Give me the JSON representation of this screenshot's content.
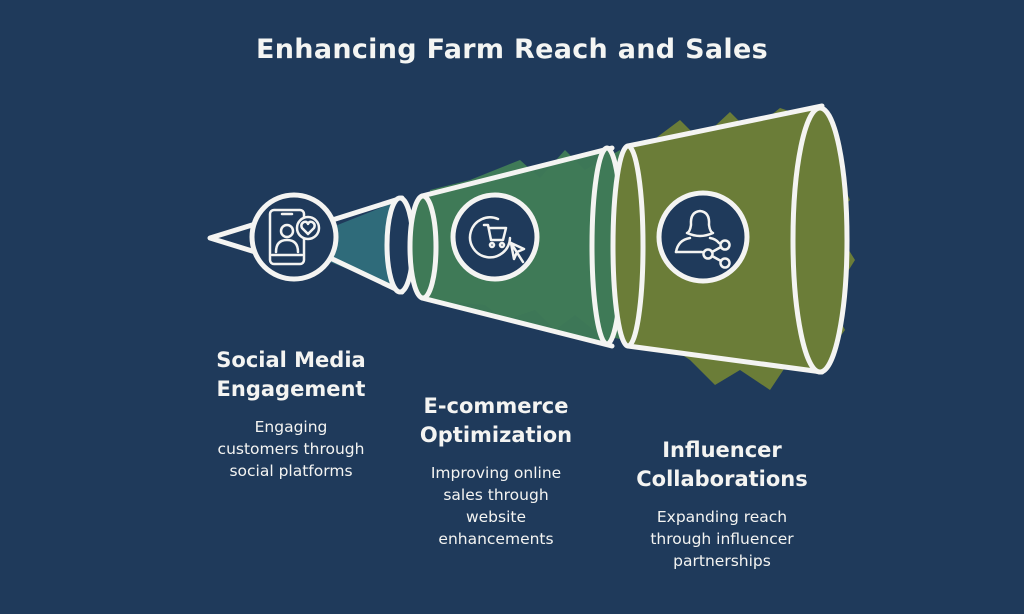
{
  "title": "Enhancing Farm Reach and Sales",
  "colors": {
    "background": "#1f3a5b",
    "outline": "#f4f4f2",
    "stage_1": "#2f6b7a",
    "stage_2": "#3f7a57",
    "stage_3": "#6b7d38",
    "icon_circle": "#1f3a5b"
  },
  "stages": [
    {
      "title": "Social Media Engagement",
      "title_lines": [
        "Social Media",
        "Engagement"
      ],
      "description_lines": [
        "Engaging",
        "customers through",
        "social platforms"
      ],
      "icon": "smartphone-user-heart-icon"
    },
    {
      "title": "E-commerce Optimization",
      "title_lines": [
        "E-commerce",
        "Optimization"
      ],
      "description_lines": [
        "Improving online",
        "sales through",
        "website",
        "enhancements"
      ],
      "icon": "shopping-cart-cursor-icon"
    },
    {
      "title": "Influencer Collaborations",
      "title_lines": [
        "Influencer",
        "Collaborations"
      ],
      "description_lines": [
        "Expanding reach",
        "through influencer",
        "partnerships"
      ],
      "icon": "person-share-icon"
    }
  ]
}
